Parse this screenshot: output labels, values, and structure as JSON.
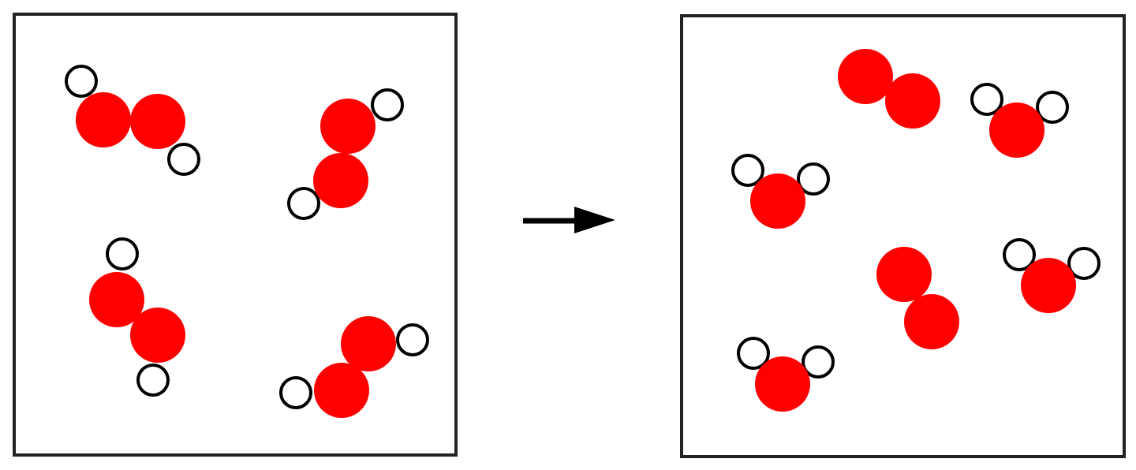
{
  "diagram": {
    "colors": {
      "oxygen_fill": "#ff0000",
      "hydrogen_fill": "#ffffff",
      "hydrogen_stroke": "#000000",
      "frame_stroke": "#222222",
      "arrow": "#000000"
    },
    "panels": [
      {
        "name": "reactants-panel",
        "molecules": [
          {
            "name": "h2o2-molecule",
            "atoms": [
              "H",
              "O",
              "O",
              "H"
            ]
          },
          {
            "name": "h2o2-molecule",
            "atoms": [
              "H",
              "O",
              "O",
              "H"
            ]
          },
          {
            "name": "h2o2-molecule",
            "atoms": [
              "H",
              "O",
              "O",
              "H"
            ]
          },
          {
            "name": "h2o2-molecule",
            "atoms": [
              "H",
              "O",
              "O",
              "H"
            ]
          }
        ]
      },
      {
        "name": "products-panel",
        "molecules": [
          {
            "name": "o2-molecule",
            "atoms": [
              "O",
              "O"
            ]
          },
          {
            "name": "h2o-molecule",
            "atoms": [
              "H",
              "O",
              "H"
            ]
          },
          {
            "name": "h2o-molecule",
            "atoms": [
              "H",
              "O",
              "H"
            ]
          },
          {
            "name": "o2-molecule",
            "atoms": [
              "O",
              "O"
            ]
          },
          {
            "name": "h2o-molecule",
            "atoms": [
              "H",
              "O",
              "H"
            ]
          },
          {
            "name": "h2o-molecule",
            "atoms": [
              "H",
              "O",
              "H"
            ]
          }
        ]
      }
    ],
    "arrow_icon": "right-arrow-icon"
  }
}
